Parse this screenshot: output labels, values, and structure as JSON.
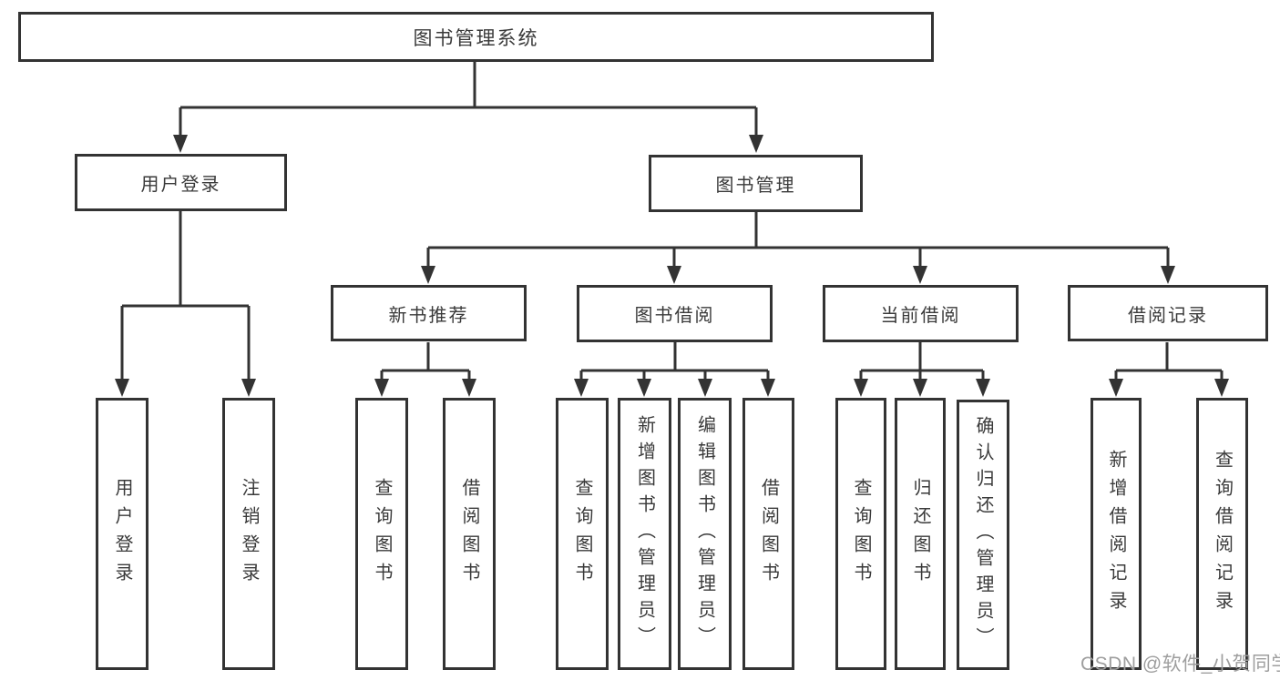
{
  "tree": {
    "root": {
      "label": "图书管理系统"
    },
    "branches": [
      {
        "label": "用户登录",
        "leaves": [
          {
            "label": "用户登录"
          },
          {
            "label": "注销登录"
          }
        ]
      },
      {
        "label": "图书管理",
        "sections": [
          {
            "label": "新书推荐",
            "leaves": [
              {
                "label": "查询图书"
              },
              {
                "label": "借阅图书"
              }
            ]
          },
          {
            "label": "图书借阅",
            "leaves": [
              {
                "label": "查询图书"
              },
              {
                "label": "新增图书（管理员）"
              },
              {
                "label": "编辑图书（管理员）"
              },
              {
                "label": "借阅图书"
              }
            ]
          },
          {
            "label": "当前借阅",
            "leaves": [
              {
                "label": "查询图书"
              },
              {
                "label": "归还图书"
              },
              {
                "label": "确认归还（管理员）"
              }
            ]
          },
          {
            "label": "借阅记录",
            "leaves": [
              {
                "label": "新增借阅记录"
              },
              {
                "label": "查询借阅记录"
              }
            ]
          }
        ]
      }
    ]
  },
  "watermark": {
    "text": "CSDN @软件_小贺同学"
  },
  "colors": {
    "line": "#333333",
    "box_border": "#333333",
    "text": "#3a3a3a",
    "box_background": "#ffffff",
    "page_background": "#ffffff",
    "watermark": "#9e9e9e"
  }
}
